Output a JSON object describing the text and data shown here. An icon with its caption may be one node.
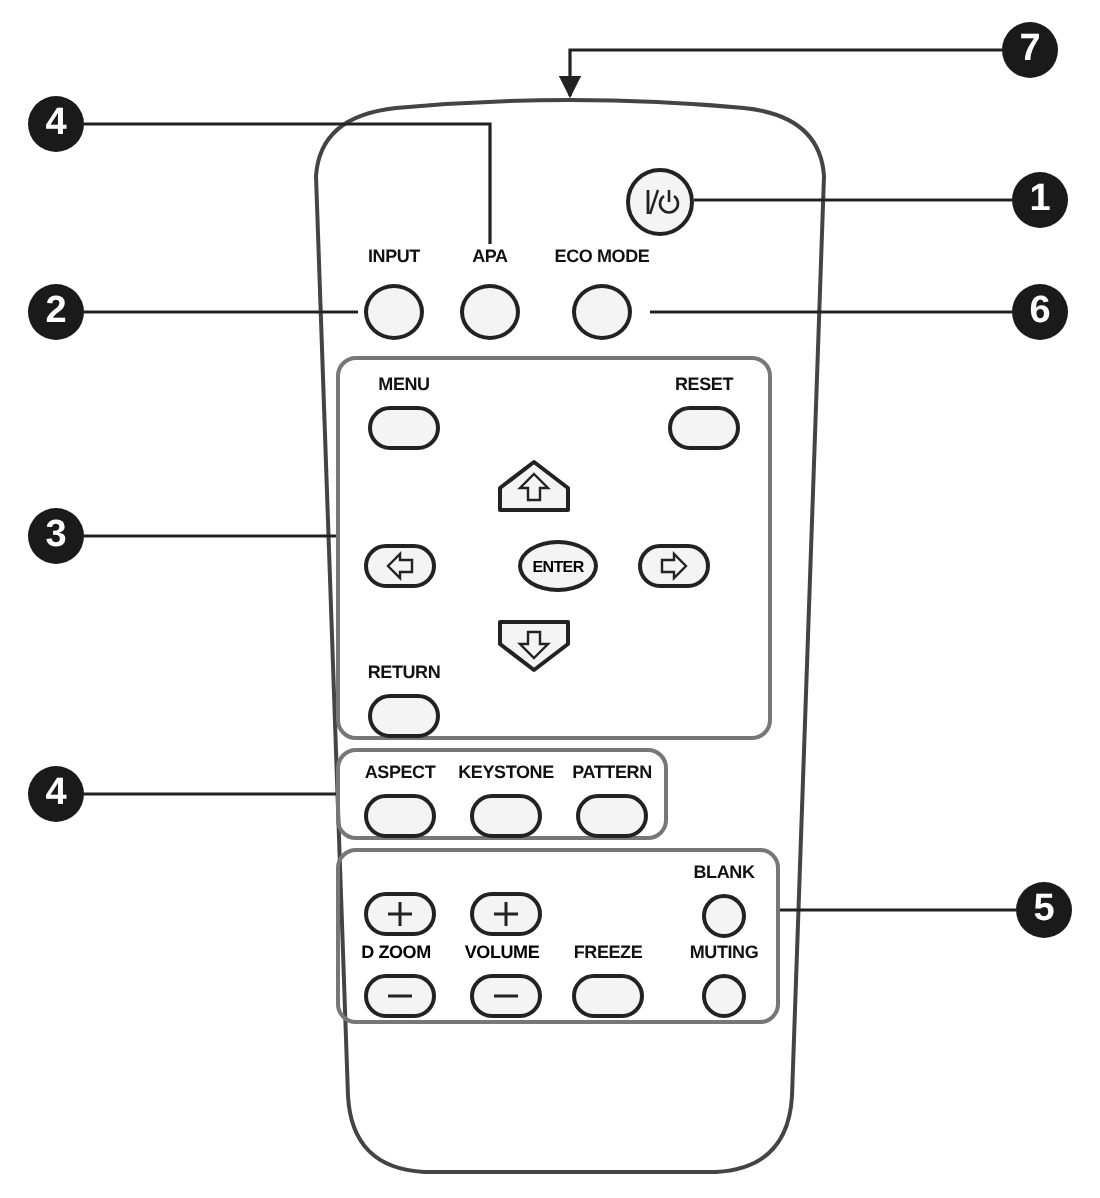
{
  "diagram": {
    "nodes": [
      {
        "text": [],
        "shape": "box"
      },
      {
        "text": [
          "7"
        ]
      },
      {
        "text": [
          "4"
        ]
      },
      {
        "text": [
          "1"
        ]
      },
      {
        "text": [],
        "shape": "circle",
        "in": 0
      },
      {
        "text": [
          "2"
        ]
      },
      {
        "text": [
          "INPUT"
        ],
        "in": 0
      },
      {
        "text": [
          "APA"
        ],
        "in": 0
      },
      {
        "text": [
          "ECO MODE"
        ],
        "in": 0
      },
      {
        "text": [
          "6"
        ]
      },
      {
        "text": [
          "3"
        ]
      },
      {
        "text": [],
        "shape": "box",
        "in": 0
      },
      {
        "text": [
          "MENU"
        ],
        "in": 11
      },
      {
        "text": [
          "RESET"
        ],
        "in": 11
      },
      {
        "text": [],
        "shape": "arrow",
        "in": 11
      },
      {
        "text": [],
        "shape": "box",
        "in": 11
      },
      {
        "text": [
          "ENTER"
        ],
        "in": 11
      },
      {
        "text": [],
        "shape": "box",
        "in": 11
      },
      {
        "text": [],
        "shape": "arrow",
        "in": 11
      },
      {
        "text": [
          "RETURN"
        ],
        "in": 11
      },
      {
        "text": [
          "4"
        ]
      },
      {
        "text": [],
        "shape": "box",
        "in": 0
      },
      {
        "text": [
          "ASPECT"
        ],
        "in": 21
      },
      {
        "text": [
          "KEYSTONE"
        ],
        "in": 21
      },
      {
        "text": [
          "PATTERN"
        ],
        "in": 21
      },
      {
        "text": [
          "5"
        ]
      },
      {
        "text": [],
        "shape": "box",
        "in": 0
      },
      {
        "text": [
          "BLANK"
        ],
        "in": 26
      },
      {
        "text": [],
        "shape": "box",
        "in": 26
      },
      {
        "text": [],
        "shape": "box",
        "in": 26
      },
      {
        "text": [],
        "shape": "box",
        "in": 26
      },
      {
        "text": [],
        "shape": "box",
        "in": 26
      },
      {
        "text": [
          "FREEZE"
        ],
        "in": 26
      },
      {
        "text": [
          "MUTING"
        ],
        "in": 26
      }
    ],
    "edges": [
      {
        "from": 1,
        "to": 0,
        "arrow": "to"
      },
      {
        "from": 2,
        "to": 7,
        "arrow": "none"
      },
      {
        "from": 3,
        "to": 4,
        "arrow": "none"
      },
      {
        "from": 5,
        "to": 6,
        "arrow": "none"
      },
      {
        "from": 9,
        "to": 8,
        "arrow": "none"
      },
      {
        "from": 10,
        "to": 11,
        "arrow": "none"
      },
      {
        "from": 20,
        "to": 21,
        "arrow": "none"
      },
      {
        "from": 25,
        "to": 26,
        "arrow": "none"
      }
    ],
    "labels": [
      "D ZOOM",
      "VOLUME"
    ]
  }
}
